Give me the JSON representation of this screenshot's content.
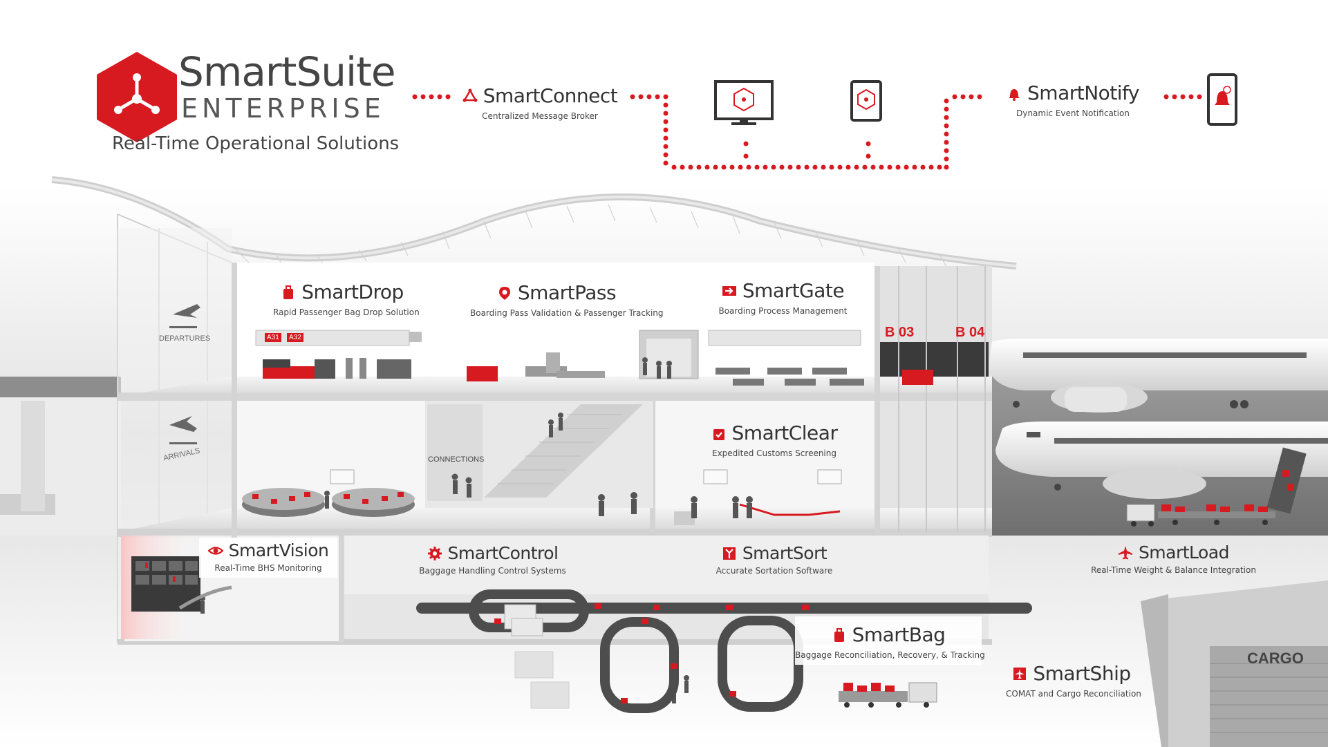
{
  "brand": {
    "name": "SmartSuite",
    "edition": "ENTERPRISE",
    "tagline": "Real-Time Operational Solutions",
    "accent": "#d71920"
  },
  "connect": {
    "smartconnect": {
      "name": "SmartConnect",
      "desc": "Centralized Message Broker"
    },
    "smartnotify": {
      "name": "SmartNotify",
      "desc": "Dynamic Event Notification"
    },
    "devices": [
      "monitor-icon",
      "tablet-icon",
      "phone-icon"
    ]
  },
  "products": {
    "smartdrop": {
      "name": "SmartDrop",
      "desc": "Rapid Passenger Bag Drop Solution"
    },
    "smartpass": {
      "name": "SmartPass",
      "desc": "Boarding Pass Validation & Passenger Tracking"
    },
    "smartgate": {
      "name": "SmartGate",
      "desc": "Boarding Process Management"
    },
    "smartclear": {
      "name": "SmartClear",
      "desc": "Expedited Customs Screening"
    },
    "smartvision": {
      "name": "SmartVision",
      "desc": "Real-Time BHS Monitoring"
    },
    "smartcontrol": {
      "name": "SmartControl",
      "desc": "Baggage Handling Control Systems"
    },
    "smartsort": {
      "name": "SmartSort",
      "desc": "Accurate Sortation Software"
    },
    "smartload": {
      "name": "SmartLoad",
      "desc": "Real-Time Weight & Balance Integration"
    },
    "smartbag": {
      "name": "SmartBag",
      "desc": "Baggage Reconciliation, Recovery, & Tracking"
    },
    "smartship": {
      "name": "SmartShip",
      "desc": "COMAT and Cargo Reconciliation"
    }
  },
  "labels": {
    "departures": "DEPARTURES",
    "arrivals": "ARRIVALS",
    "connections": "CONNECTIONS",
    "gate1": "B 03",
    "gate2": "B 04",
    "cargo": "CARGO",
    "checkin1": "A31",
    "checkin2": "A32"
  }
}
